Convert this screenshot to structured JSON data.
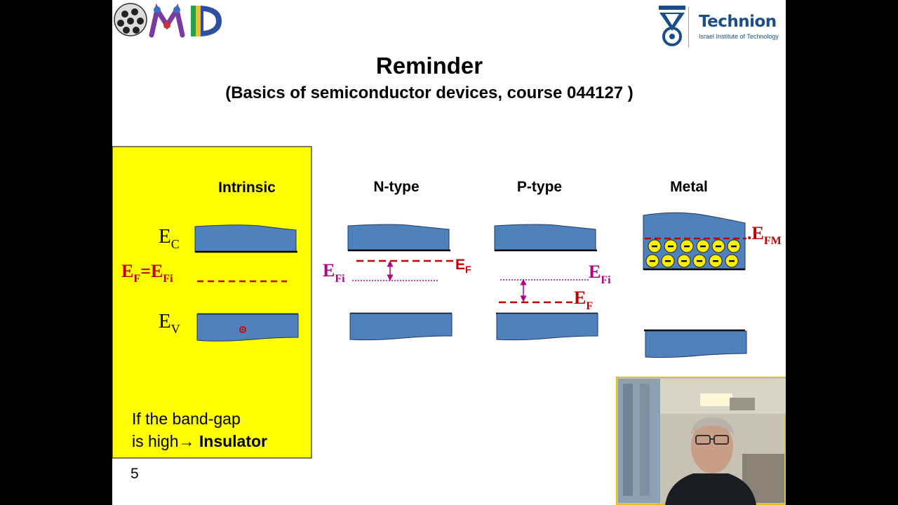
{
  "slide": {
    "title": "Reminder",
    "subtitle": "(Basics of semiconductor devices, course 044127 )",
    "page_number": "5"
  },
  "logos": {
    "left_logo": "OMD",
    "right_logo_name": "Technion",
    "right_logo_tagline": "Israel Institute of Technology"
  },
  "diagram": {
    "panels": [
      {
        "heading": "Intrinsic"
      },
      {
        "heading": "N-type"
      },
      {
        "heading": "P-type"
      },
      {
        "heading": "Metal"
      }
    ],
    "labels": {
      "ec_main": "E",
      "ec_sub": "C",
      "ev_main": "E",
      "ev_sub": "V",
      "ef_intrinsic": "E",
      "ef_intrinsic_sub": "F",
      "ef_intrinsic_eq": "=E",
      "ef_intrinsic_sub2": "Fi",
      "n_efi": "E",
      "n_efi_sub": "Fi",
      "n_ef": "E",
      "n_ef_sub": "F",
      "p_efi": "E",
      "p_efi_sub": "Fi",
      "p_ef": "E",
      "p_ef_sub": "F",
      "m_efm": ".E",
      "m_efm_sub": "FM"
    },
    "electron_symbol": "-",
    "note_line1": "If the band-gap",
    "note_line2_plain": "is high",
    "note_line2_arrow": "→",
    "note_line2_bold": " Insulator"
  },
  "colors": {
    "panel_highlight": "#ffff00",
    "band_fill": "#4f81bd",
    "fermi_red": "#c00000",
    "intrinsic_magenta": "#b0008a",
    "electron_yellow": "#ffef00",
    "technion_blue": "#1b4e87"
  }
}
